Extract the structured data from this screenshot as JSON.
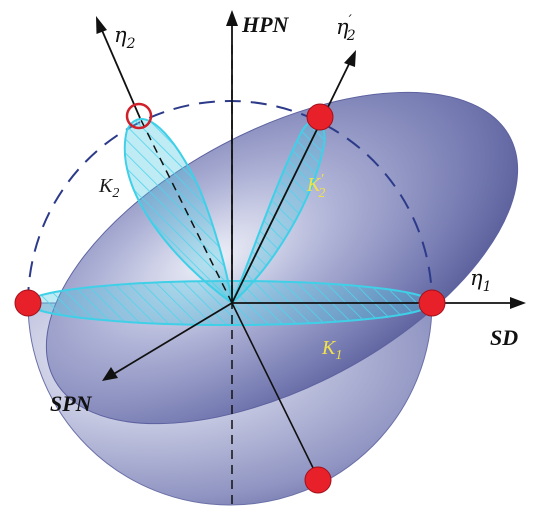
{
  "labels": {
    "hpn": "HPN",
    "sd": "SD",
    "spn": "SPN",
    "eta1": "η",
    "eta1_sub": "1",
    "eta2": "η",
    "eta2_sub": "2",
    "eta2p": "η",
    "eta2p_sup": "′",
    "eta2p_sub": "2",
    "k1": "K",
    "k1_sub": "1",
    "k2": "K",
    "k2_sub": "2",
    "k2p": "K",
    "k2p_sup": "′",
    "k2p_sub": "2"
  },
  "colors": {
    "sphere_light": "#d8dced",
    "sphere_mid": "#8f94c4",
    "sphere_dark": "#4a4f8c",
    "region_fill": "#44c8e0",
    "region_stroke": "#3fd0e8",
    "marker": "#e8202a",
    "dashed_arc": "#2c3a8a",
    "axis": "#111111",
    "label_k_highlight": "#f2e24a"
  },
  "icons": {
    "marker": "red-dot",
    "marker_hollow": "red-ring"
  }
}
